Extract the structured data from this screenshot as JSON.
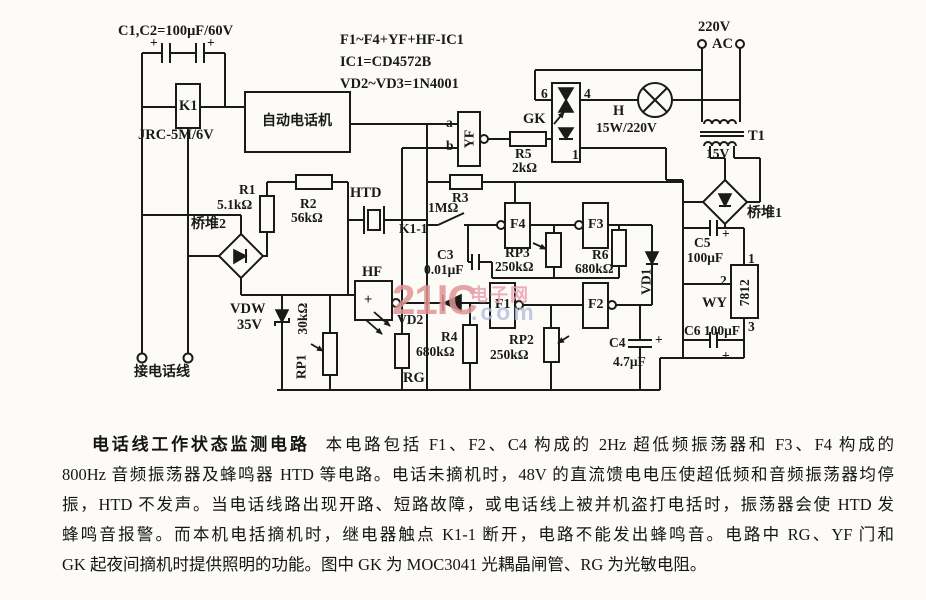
{
  "labels": {
    "c1c2": "C1,C2=100μF/60V",
    "plus": "+",
    "k1": "K1",
    "jrc": "JRC-5M/6V",
    "phone": "自动电话机",
    "note1": "F1~F4+YF+HF-IC1",
    "note2": "IC1=CD4572B",
    "note3": "VD2~VD3=1N4001",
    "v220": "220V",
    "ac": "AC",
    "gk": "GK",
    "pin6": "6",
    "pin4": "4",
    "pin1": "1",
    "lamp": "H",
    "lamp_spec": "15W/220V",
    "t1": "T1",
    "v15": "15V",
    "in_a": "a",
    "in_b": "b",
    "yf": "YF",
    "r5": "R5",
    "r5_val": "2kΩ",
    "r3": "R3",
    "r3_val": "1MΩ",
    "k1_1": "K1-1",
    "r1": "R1",
    "r1_val": "5.1kΩ",
    "r2": "R2",
    "r2_val": "56kΩ",
    "htd": "HTD",
    "bridge2": "桥堆2",
    "bridge1": "桥堆1",
    "f1": "F1",
    "f2": "F2",
    "f3": "F3",
    "f4": "F4",
    "c3": "C3",
    "c3_val": "0.01μF",
    "rp3": "RP3",
    "rp3_val": "250kΩ",
    "r6": "R6",
    "r6_val": "680kΩ",
    "vd1": "VD1",
    "hf": "HF",
    "hf_plus": "+",
    "vd2": "VD2",
    "r4": "R4",
    "r4_val": "680kΩ",
    "rp2": "RP2",
    "rp2_val": "250kΩ",
    "c4": "C4",
    "c4_val": "4.7μF",
    "c5": "C5",
    "c5_val": "100μF",
    "wy": "WY",
    "reg": "7812",
    "p1": "1",
    "p2": "2",
    "p3": "3",
    "c6": "C6 100μF",
    "vdw": "VDW",
    "vdw_val": "35V",
    "rp1": "RP1",
    "rp1_val": "30kΩ",
    "line_terms": "接电话线",
    "rg": "RG"
  },
  "watermark": {
    "big": "21IC",
    "cn": "电子网",
    "com": ".com",
    "color_big": "#e09595",
    "color_com": "#b4bedf"
  },
  "caption": {
    "title": "电话线工作状态监测电路",
    "line1_rest": "本电路包括 F1、F2、C4 构成的 2Hz 超低频振荡器和 F3、F4 构成的",
    "line2": "800Hz 音频振荡器及蜂鸣器 HTD 等电路。电话未摘机时，48V 的直流馈电电压使超低频和音频振荡器均停",
    "line3": "振，HTD 不发声。当电话线路出现开路、短路故障，或电话线上被并机盗打电括时，振荡器会使 HTD 发",
    "line4": "蜂鸣音报警。而本机电括摘机时，继电器触点 K1-1 断开，电路不能发出蜂鸣音。电路中 RG、YF 门和",
    "line5": "GK 起夜间摘机时提供照明的功能。图中 GK 为 MOC3041 光耦晶闸管、RG 为光敏电阻。"
  }
}
